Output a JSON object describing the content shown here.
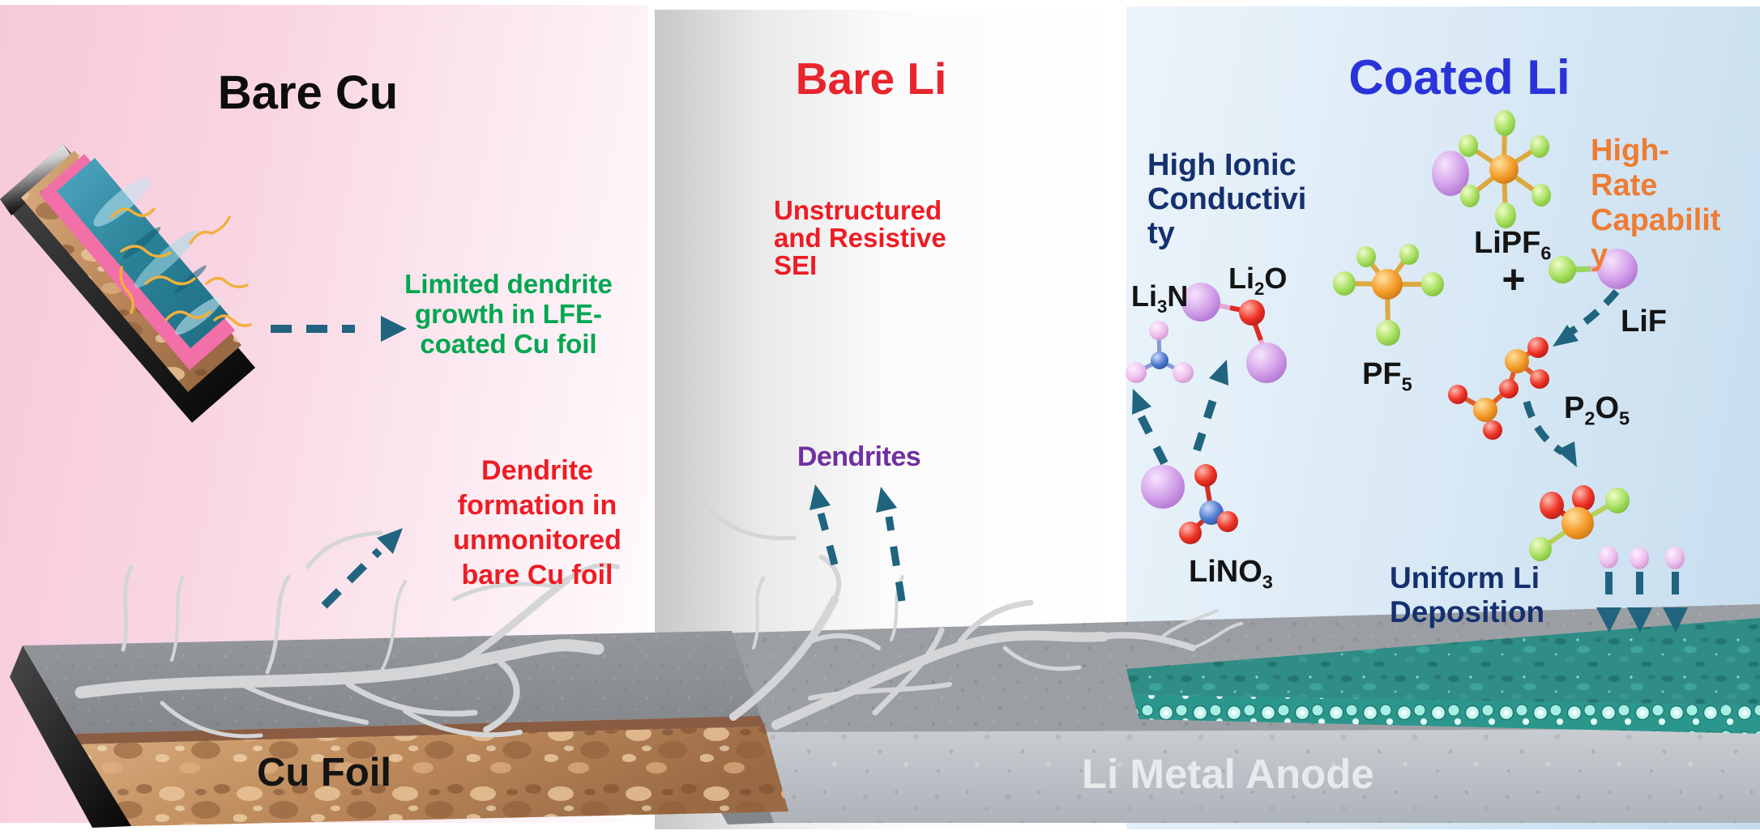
{
  "bare_cu": {
    "title": "Bare Cu",
    "limited_note": "Limited dendrite\ngrowth in LFE-\ncoated Cu foil",
    "dendrite_note": "Dendrite\nformation in\nunmonitored\nbare Cu foil",
    "cu_foil_label": "Cu Foil"
  },
  "bare_li": {
    "title": "Bare Li",
    "sei_note": "Unstructured\nand Resistive\nSEI",
    "dendrites_label": "Dendrites"
  },
  "coated_li": {
    "title": "Coated Li",
    "ionic_note": "High Ionic\nConductivi\nty",
    "rate_note": "High-\nRate\nCapabilit\ny",
    "uniform_note": "Uniform Li\nDeposition",
    "plus_sign": "+",
    "formulas": {
      "li3n": [
        {
          "t": "Li"
        },
        {
          "t": "3",
          "sub": true
        },
        {
          "t": "N"
        }
      ],
      "li2o": [
        {
          "t": "Li"
        },
        {
          "t": "2",
          "sub": true
        },
        {
          "t": "O"
        }
      ],
      "lipf6": [
        {
          "t": "LiPF"
        },
        {
          "t": "6",
          "sub": true
        }
      ],
      "pf5": [
        {
          "t": "PF"
        },
        {
          "t": "5",
          "sub": true
        }
      ],
      "lif": [
        {
          "t": "LiF"
        }
      ],
      "p2o5": [
        {
          "t": "P"
        },
        {
          "t": "2",
          "sub": true
        },
        {
          "t": "O"
        },
        {
          "t": "5",
          "sub": true
        }
      ],
      "lino3": [
        {
          "t": "LiNO"
        },
        {
          "t": "3",
          "sub": true
        }
      ]
    }
  },
  "base": {
    "li_anode_label": "Li Metal Anode"
  },
  "colors": {
    "green_note": "#00a651",
    "red_note": "#ee1c24",
    "bare_li_red": "#e8242c",
    "coated_blue": "#2a33d8",
    "navy_note": "#15306e",
    "orange_note": "#ee7c33",
    "purple_label": "#7030a0",
    "arrow_teal": "#20647f",
    "copper": "#b5805a",
    "teal_coating": "#2f8d86",
    "pink_panel": "#f6c9d9",
    "blue_panel": "#c5dcee"
  }
}
